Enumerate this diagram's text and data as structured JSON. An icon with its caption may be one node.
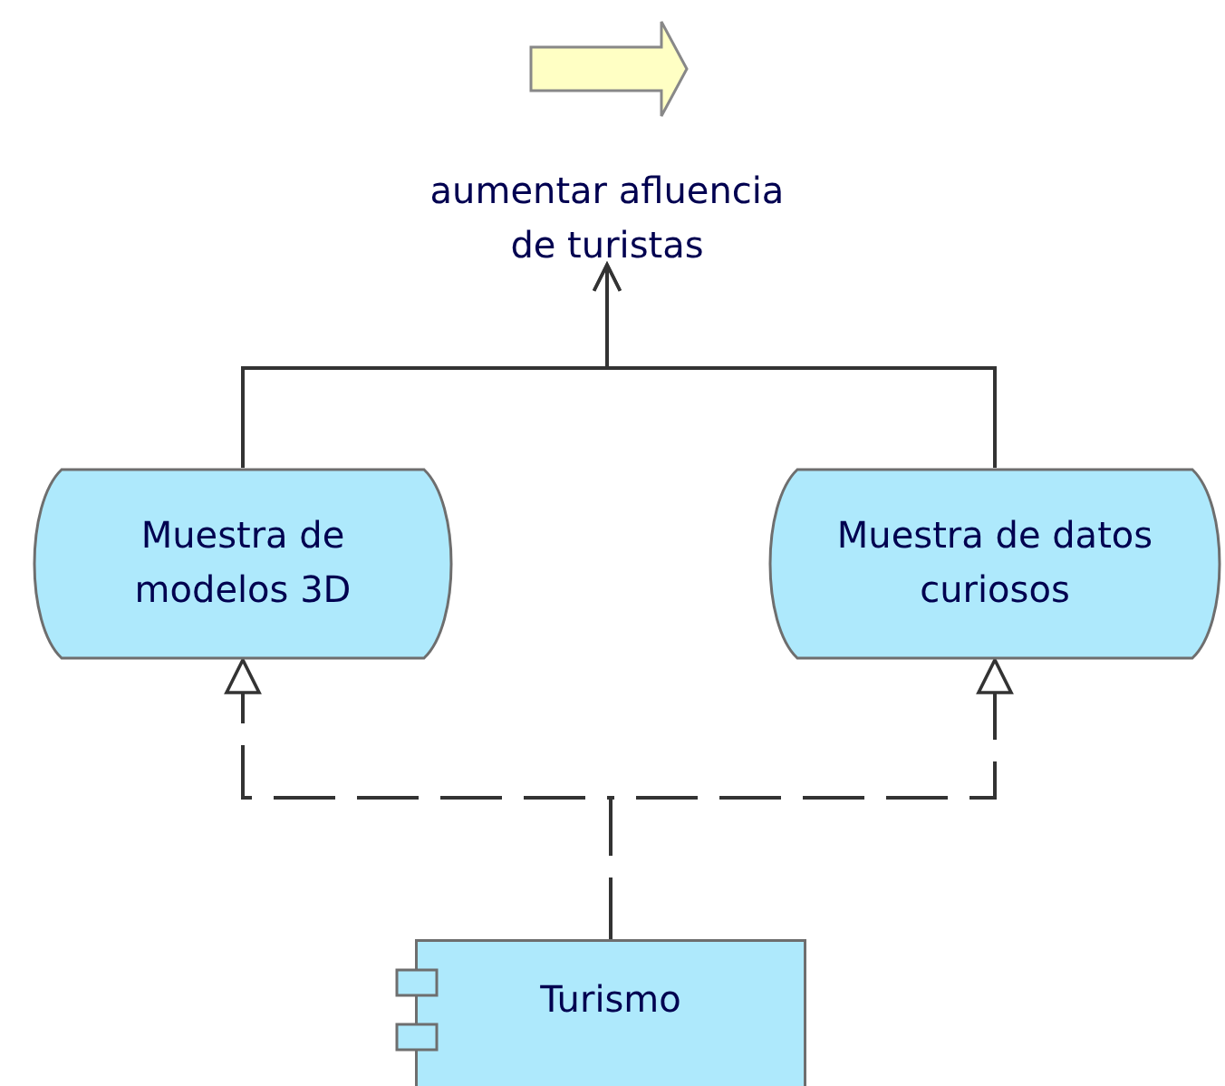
{
  "diagram": {
    "nodes": [
      {
        "text": [
          "aumentar afluencia de turistas"
        ]
      },
      {
        "text": [
          "Muestra de modelos 3D"
        ]
      },
      {
        "text": [
          "Muestra de datos curiosos"
        ]
      },
      {
        "text": [
          "Turismo"
        ]
      }
    ],
    "edges": [
      {
        "from": 1,
        "to": 0,
        "arrow": "to"
      },
      {
        "from": 2,
        "to": 0,
        "arrow": "to"
      },
      {
        "from": 3,
        "to": 1,
        "arrow": "to",
        "style": "dashed"
      },
      {
        "from": 3,
        "to": 2,
        "arrow": "to",
        "style": "dashed"
      }
    ]
  }
}
